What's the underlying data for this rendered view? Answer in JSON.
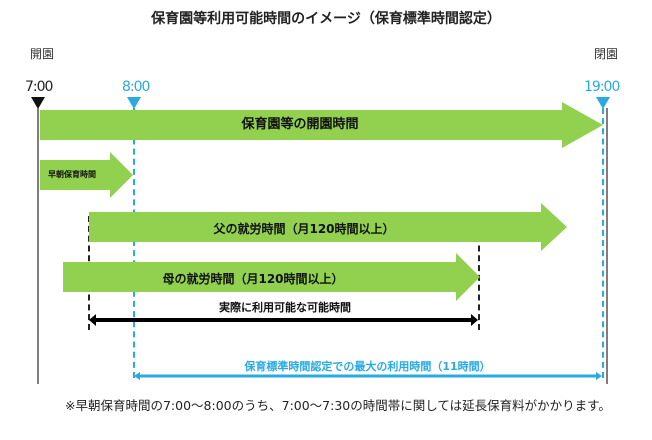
{
  "title": "保育園等利用可能時間のイメージ（保育標準時間認定）",
  "labels": {
    "open": "開園",
    "close": "閉園"
  },
  "times": {
    "open_time": "7:00",
    "start_time": "8:00",
    "end_time": "19:00"
  },
  "bars": [
    {
      "id": "nursery-open-hours",
      "label": "保育園等の開園時間",
      "color": "#92d050"
    },
    {
      "id": "early-care",
      "label": "早朝保育時間",
      "color": "#92d050"
    },
    {
      "id": "father-work",
      "label": "父の就労時間（月120時間以上）",
      "color": "#92d050"
    },
    {
      "id": "mother-work",
      "label": "母の就労時間（月120時間以上）",
      "color": "#92d050"
    }
  ],
  "spans": {
    "actual": {
      "label": "実際に利用可能な可能時間",
      "color": "#000000"
    },
    "maximum": {
      "label": "保育標準時間認定での最大の利用時間（11時間）",
      "color": "#29abe2"
    }
  },
  "note": "※早朝保育時間の7:00～8:00のうち、7:00～7:30の時間帯に関しては延長保育料がかかります。"
}
